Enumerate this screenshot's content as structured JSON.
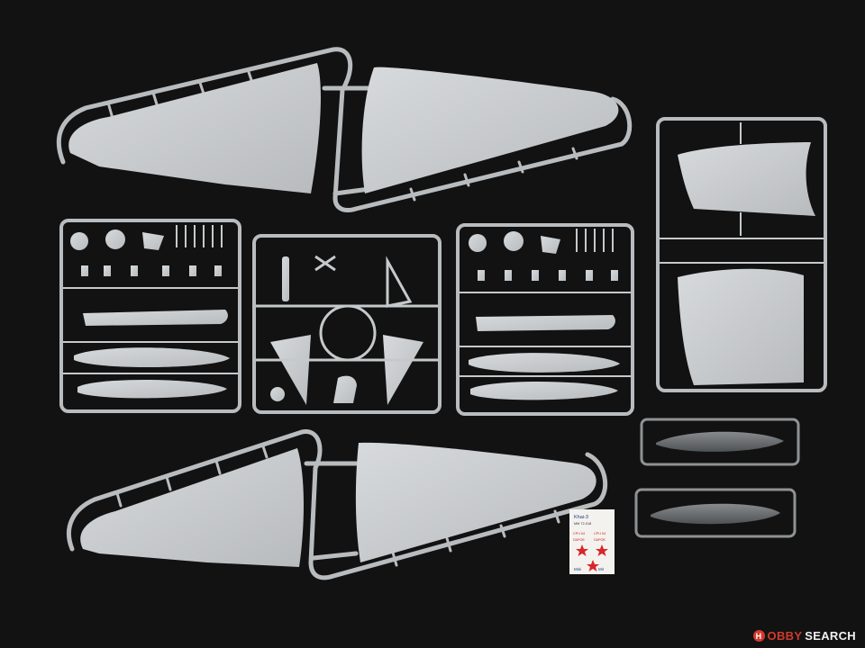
{
  "photo": {
    "subject": "plastic-model-kit-sprues",
    "background_color": "#121212",
    "plastic_color": "#c9ccce",
    "runner_color": "#b9bcbe",
    "clear_part_color": "#6a6d6f"
  },
  "decal_sheet": {
    "title": "Khai-3",
    "scale": "MM 72-018",
    "labels": [
      "СРЧ 04",
      "СРЧ 04",
      "ЛАРОЕ",
      "ЛАРОЕ"
    ],
    "maker_left": "Mini",
    "maker_right": "Mir",
    "star_color": "#d8262a"
  },
  "watermark": {
    "brand_pre": "H",
    "brand_mid": "OBBY",
    "brand_post": "SEARCH",
    "text": "HOBBY SEARCH",
    "brand_color": "#d23a2c"
  }
}
